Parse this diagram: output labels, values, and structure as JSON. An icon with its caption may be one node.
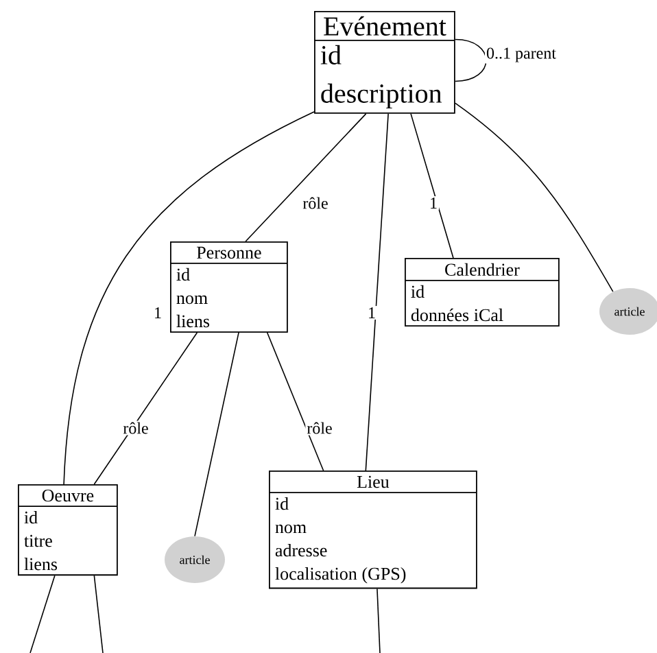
{
  "diagram": {
    "nodes": [
      {
        "text": [
          "Evénement",
          "id",
          "description"
        ]
      },
      {
        "text": [
          "Personne",
          "id",
          "nom",
          "liens"
        ]
      },
      {
        "text": [
          "Calendrier",
          "id",
          "données iCal"
        ]
      },
      {
        "text": [
          "article"
        ]
      },
      {
        "text": [
          "Oeuvre",
          "id",
          "titre",
          "liens"
        ]
      },
      {
        "text": [
          "article"
        ]
      },
      {
        "text": [
          "Lieu",
          "id",
          "nom",
          "adresse",
          "localisation (GPS)"
        ]
      }
    ],
    "edges": [
      {
        "from": 0,
        "to": 0,
        "arrow": "none",
        "label": "0..1 parent"
      },
      {
        "from": 0,
        "to": 4,
        "arrow": "none",
        "label": "1"
      },
      {
        "from": 0,
        "to": 1,
        "arrow": "none",
        "label": "rôle"
      },
      {
        "from": 0,
        "to": 6,
        "arrow": "none",
        "label": "1"
      },
      {
        "from": 0,
        "to": 2,
        "arrow": "none",
        "label": "1"
      },
      {
        "from": 0,
        "to": 3,
        "arrow": "none"
      },
      {
        "from": 1,
        "to": 4,
        "arrow": "none",
        "label": "rôle"
      },
      {
        "from": 1,
        "to": 5,
        "arrow": "none"
      },
      {
        "from": 1,
        "to": 6,
        "arrow": "none",
        "label": "rôle"
      },
      {
        "from": 4,
        "to": null,
        "arrow": "none"
      },
      {
        "from": 4,
        "to": null,
        "arrow": "none"
      },
      {
        "from": 6,
        "to": null,
        "arrow": "none"
      }
    ]
  }
}
